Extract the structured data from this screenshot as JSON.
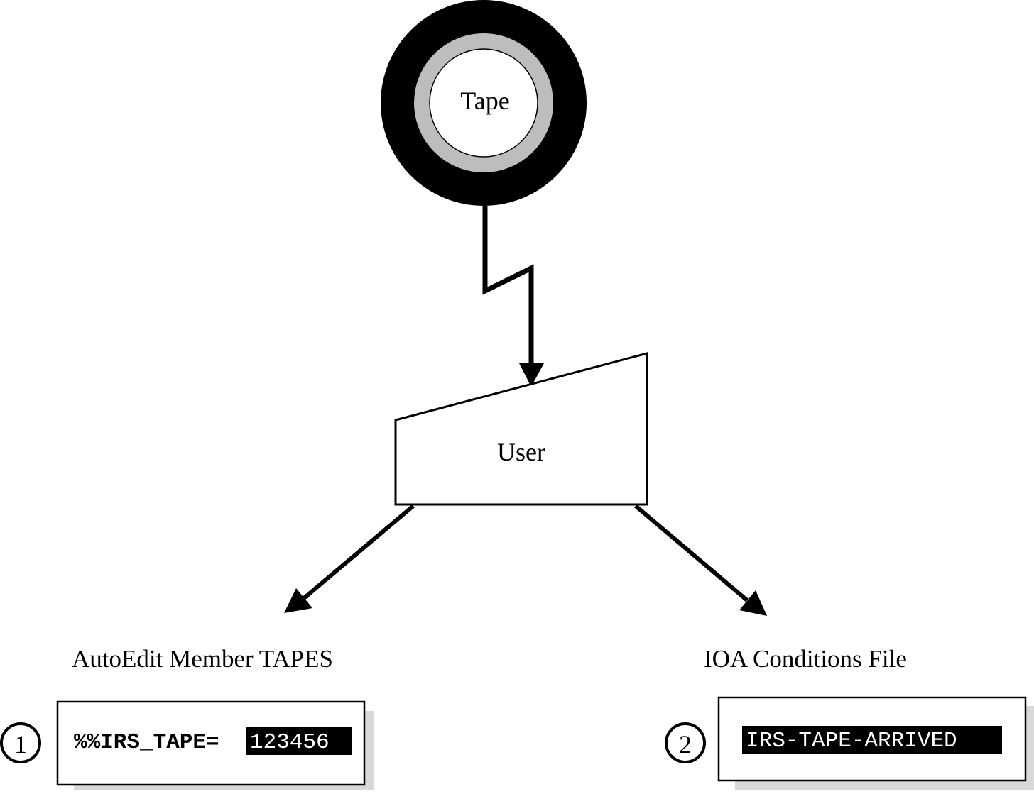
{
  "tape": {
    "label": "Tape"
  },
  "user": {
    "label": "User"
  },
  "autoedit": {
    "title": "AutoEdit Member TAPES",
    "step": "1",
    "prefix": "%%IRS_TAPE=",
    "value": "123456"
  },
  "ioa": {
    "title": "IOA Conditions File",
    "step": "2",
    "condition": "IRS-TAPE-ARRIVED"
  },
  "colors": {
    "ink": "#000000",
    "ring": "#bdbdbd",
    "shadow": "#d9d9d9",
    "paper": "#ffffff"
  }
}
